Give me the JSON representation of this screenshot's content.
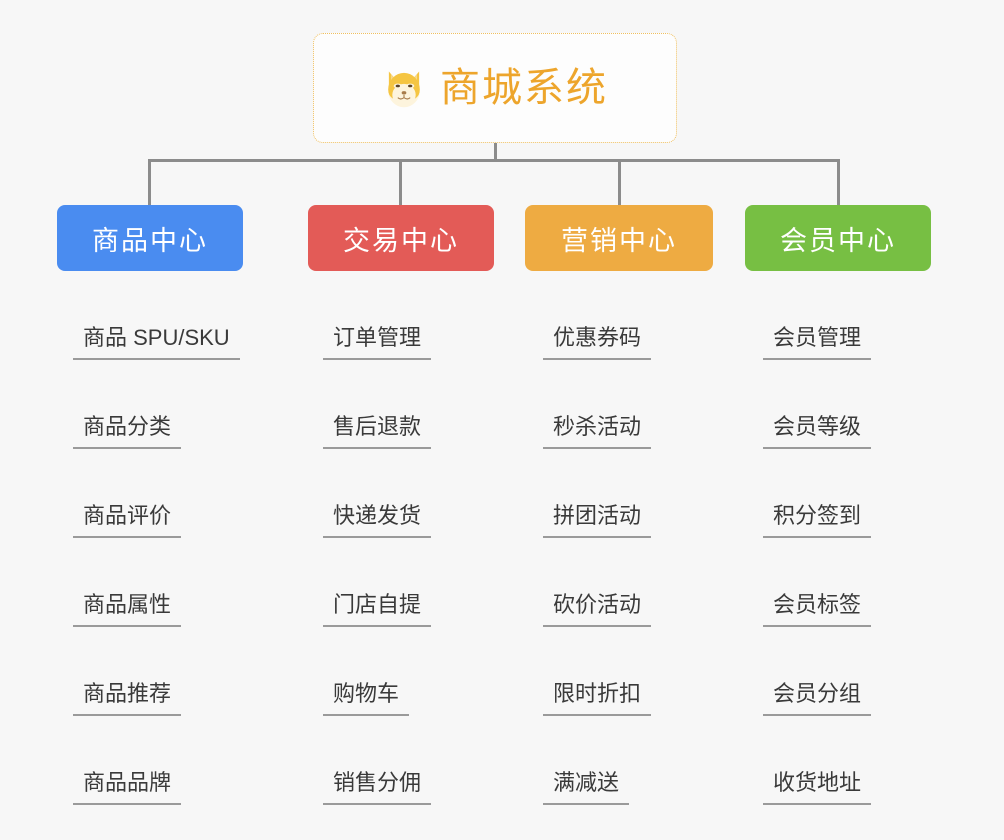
{
  "root": {
    "title": "商城系统",
    "icon": "shiba-dog-face-icon",
    "border_color": "#f0c060",
    "text_color": "#eda52c"
  },
  "connector_color": "#8c8c8c",
  "background": "#f7f7f7",
  "columns": [
    {
      "label": "商品中心",
      "color": "#4a8cf0",
      "items": [
        "商品 SPU/SKU",
        "商品分类",
        "商品评价",
        "商品属性",
        "商品推荐",
        "商品品牌"
      ]
    },
    {
      "label": "交易中心",
      "color": "#e35b57",
      "items": [
        "订单管理",
        "售后退款",
        "快递发货",
        "门店自提",
        "购物车",
        "销售分佣"
      ]
    },
    {
      "label": "营销中心",
      "color": "#eeab42",
      "items": [
        "优惠券码",
        "秒杀活动",
        "拼团活动",
        "砍价活动",
        "限时折扣",
        "满减送"
      ]
    },
    {
      "label": "会员中心",
      "color": "#77bf43",
      "items": [
        "会员管理",
        "会员等级",
        "积分签到",
        "会员标签",
        "会员分组",
        "收货地址"
      ]
    }
  ]
}
